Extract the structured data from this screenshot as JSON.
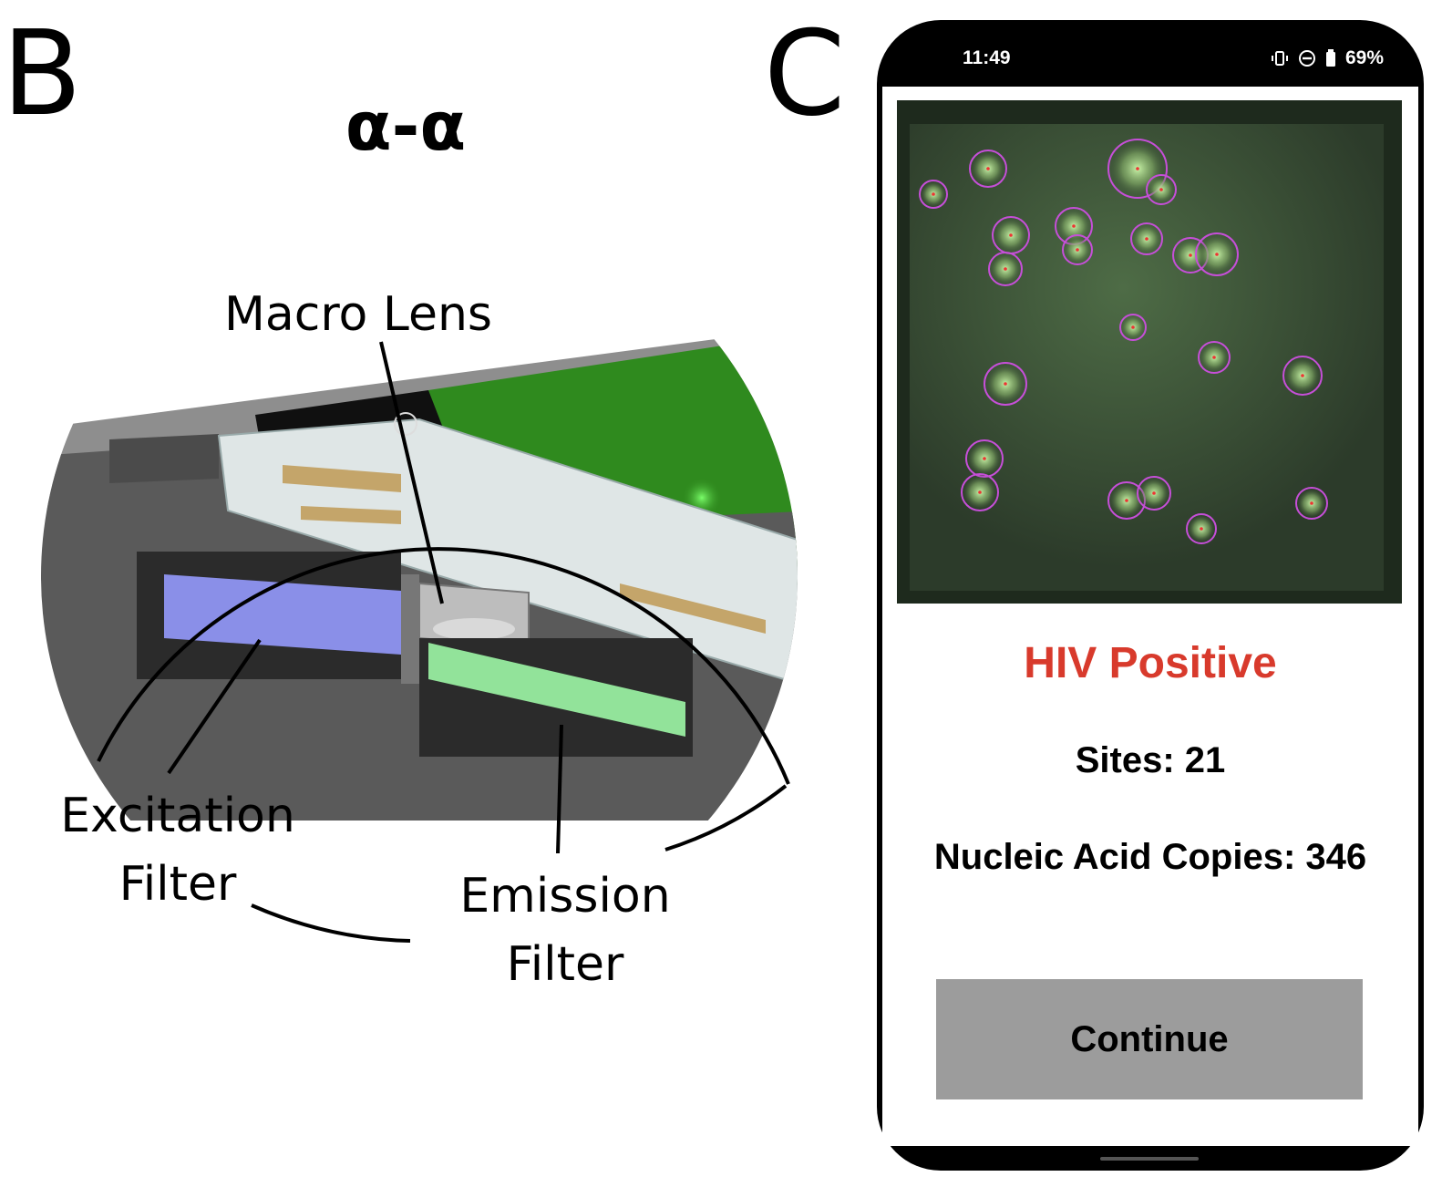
{
  "panels": {
    "b_label": "B",
    "c_label": "C"
  },
  "cutaway": {
    "section_title": "α-α",
    "labels": {
      "macro_lens": "Macro Lens",
      "excitation_filter": "Excitation\nFilter",
      "emission_filter": "Emission\nFilter"
    },
    "colors": {
      "housing": "#5a5a5a",
      "excitation_filter": "#8a8fe8",
      "emission_filter": "#92e39a",
      "sample_green": "#2f8a1e"
    }
  },
  "phone": {
    "status_bar": {
      "time": "11:49",
      "battery": "69%",
      "icons": [
        "vibrate-icon",
        "do-not-disturb-icon",
        "battery-icon"
      ]
    },
    "result": "HIV Positive",
    "result_color": "#d83a2c",
    "sites": "Sites: 21",
    "copies": "Nucleic Acid Copies: 346",
    "continue_label": "Continue",
    "button_color": "#9c9c9c"
  }
}
